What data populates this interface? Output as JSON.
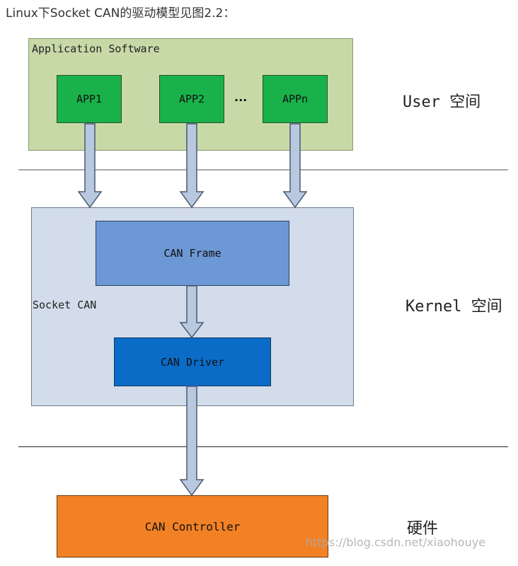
{
  "caption": "Linux下Socket CAN的驱动模型见图2.2：",
  "application_software": {
    "label": "Application Software",
    "apps": [
      "APP1",
      "APP2",
      "APPn"
    ],
    "ellipsis": "..."
  },
  "socket_can": {
    "label": "Socket CAN",
    "can_frame": "CAN Frame",
    "can_driver": "CAN Driver"
  },
  "hardware": {
    "can_controller": "CAN Controller"
  },
  "zones": {
    "user": "User 空间",
    "kernel": "Kernel 空间",
    "hardware": "硬件"
  },
  "watermark": "https://blog.csdn.net/xiaohouye",
  "colors": {
    "app_software_bg": "#c8d9a8",
    "app_box": "#19b14a",
    "socket_can_bg": "#d2dcea",
    "can_frame": "#6d98d6",
    "can_driver": "#0a6cc7",
    "can_controller": "#f28125",
    "arrow_fill": "#b8c8de",
    "arrow_stroke": "#4a5a70"
  }
}
